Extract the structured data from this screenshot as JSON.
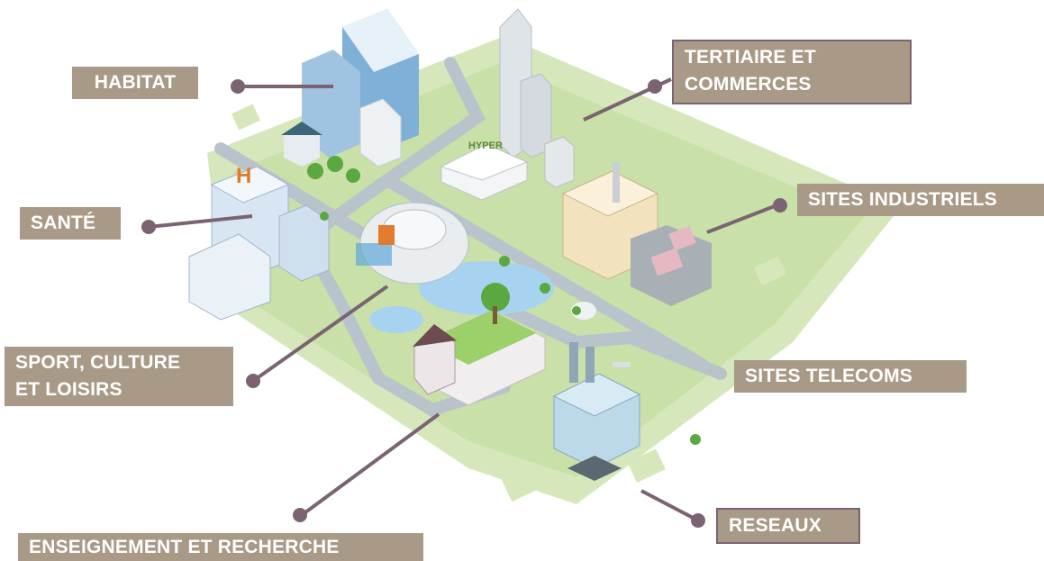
{
  "labels": {
    "habitat": "HABITAT",
    "tertiaire_line1": "TERTIAIRE ET",
    "tertiaire_line2": "COMMERCES",
    "industriels": "SITES INDUSTRIELS",
    "sante": "SANTÉ",
    "sport_line1": "SPORT, CULTURE",
    "sport_line2": "ET LOISIRS",
    "telecoms": "SITES TELECOMS",
    "reseaux": "RESEAUX",
    "enseignement": "ENSEIGNEMENT ET RECHERCHE"
  },
  "signage": {
    "hyper": "HYPER",
    "hospital": "H"
  },
  "colors": {
    "label_bg": "#a89a86",
    "label_text": "#ffffff",
    "leader_line": "#7b6372",
    "ground": "#cfe3b0",
    "road": "#b9c3cc",
    "water": "#a8d3f0"
  }
}
